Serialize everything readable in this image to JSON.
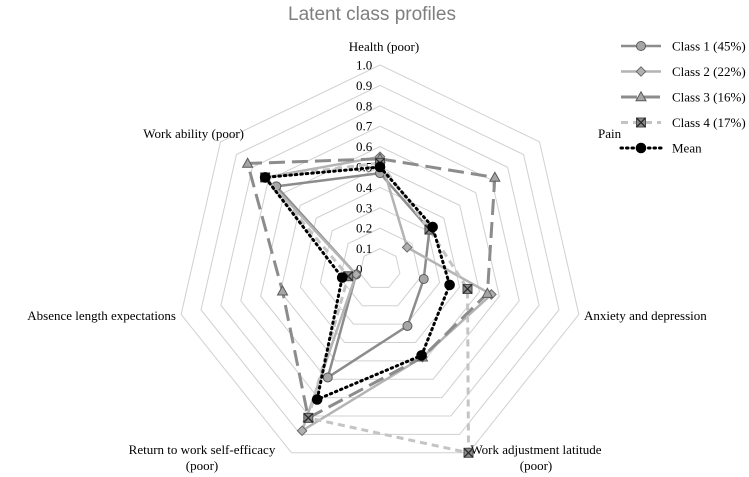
{
  "chart_data": {
    "type": "radar",
    "title": "Latent class profiles",
    "axes": [
      [
        "Health (poor)"
      ],
      [
        "Pain"
      ],
      [
        "Anxiety and depression"
      ],
      [
        "Work adjustment latitude",
        "(poor)"
      ],
      [
        "Return to work self-efficacy",
        "(poor)"
      ],
      [
        "Absence length expectations"
      ],
      [
        "Work ability (poor)"
      ]
    ],
    "rlim": [
      0,
      1.0
    ],
    "ticks": [
      "0",
      "0.1",
      "0.2",
      "0.3",
      "0.4",
      "0.5",
      "0.6",
      "0.7",
      "0.8",
      "0.9",
      "1.0"
    ],
    "grid": true,
    "legend_position": "right",
    "series": [
      {
        "name": "Class 1 (45%)",
        "values": [
          0.47,
          0.31,
          0.22,
          0.31,
          0.59,
          0.12,
          0.65
        ],
        "color": "#8c8c8c",
        "dash": "solid",
        "marker": "circle"
      },
      {
        "name": "Class 2 (22%)",
        "values": [
          0.55,
          0.17,
          0.56,
          0.48,
          0.88,
          0.12,
          0.72
        ],
        "color": "#b4b4b4",
        "dash": "solid",
        "marker": "diamond"
      },
      {
        "name": "Class 3 (16%)",
        "values": [
          0.54,
          0.72,
          0.54,
          0.48,
          0.81,
          0.49,
          0.83
        ],
        "color": "#8c8c8c",
        "dash": "long-dash",
        "marker": "triangle"
      },
      {
        "name": "Class 4 (17%)",
        "values": [
          0.52,
          0.31,
          0.44,
          1.0,
          0.81,
          0.16,
          0.72
        ],
        "color": "#c4c4c4",
        "dash": "dash",
        "marker": "x-square"
      },
      {
        "name": "Mean",
        "values": [
          0.5,
          0.33,
          0.35,
          0.47,
          0.71,
          0.19,
          0.72
        ],
        "color": "#000000",
        "dash": "dot",
        "marker": "filled-circle"
      }
    ]
  }
}
